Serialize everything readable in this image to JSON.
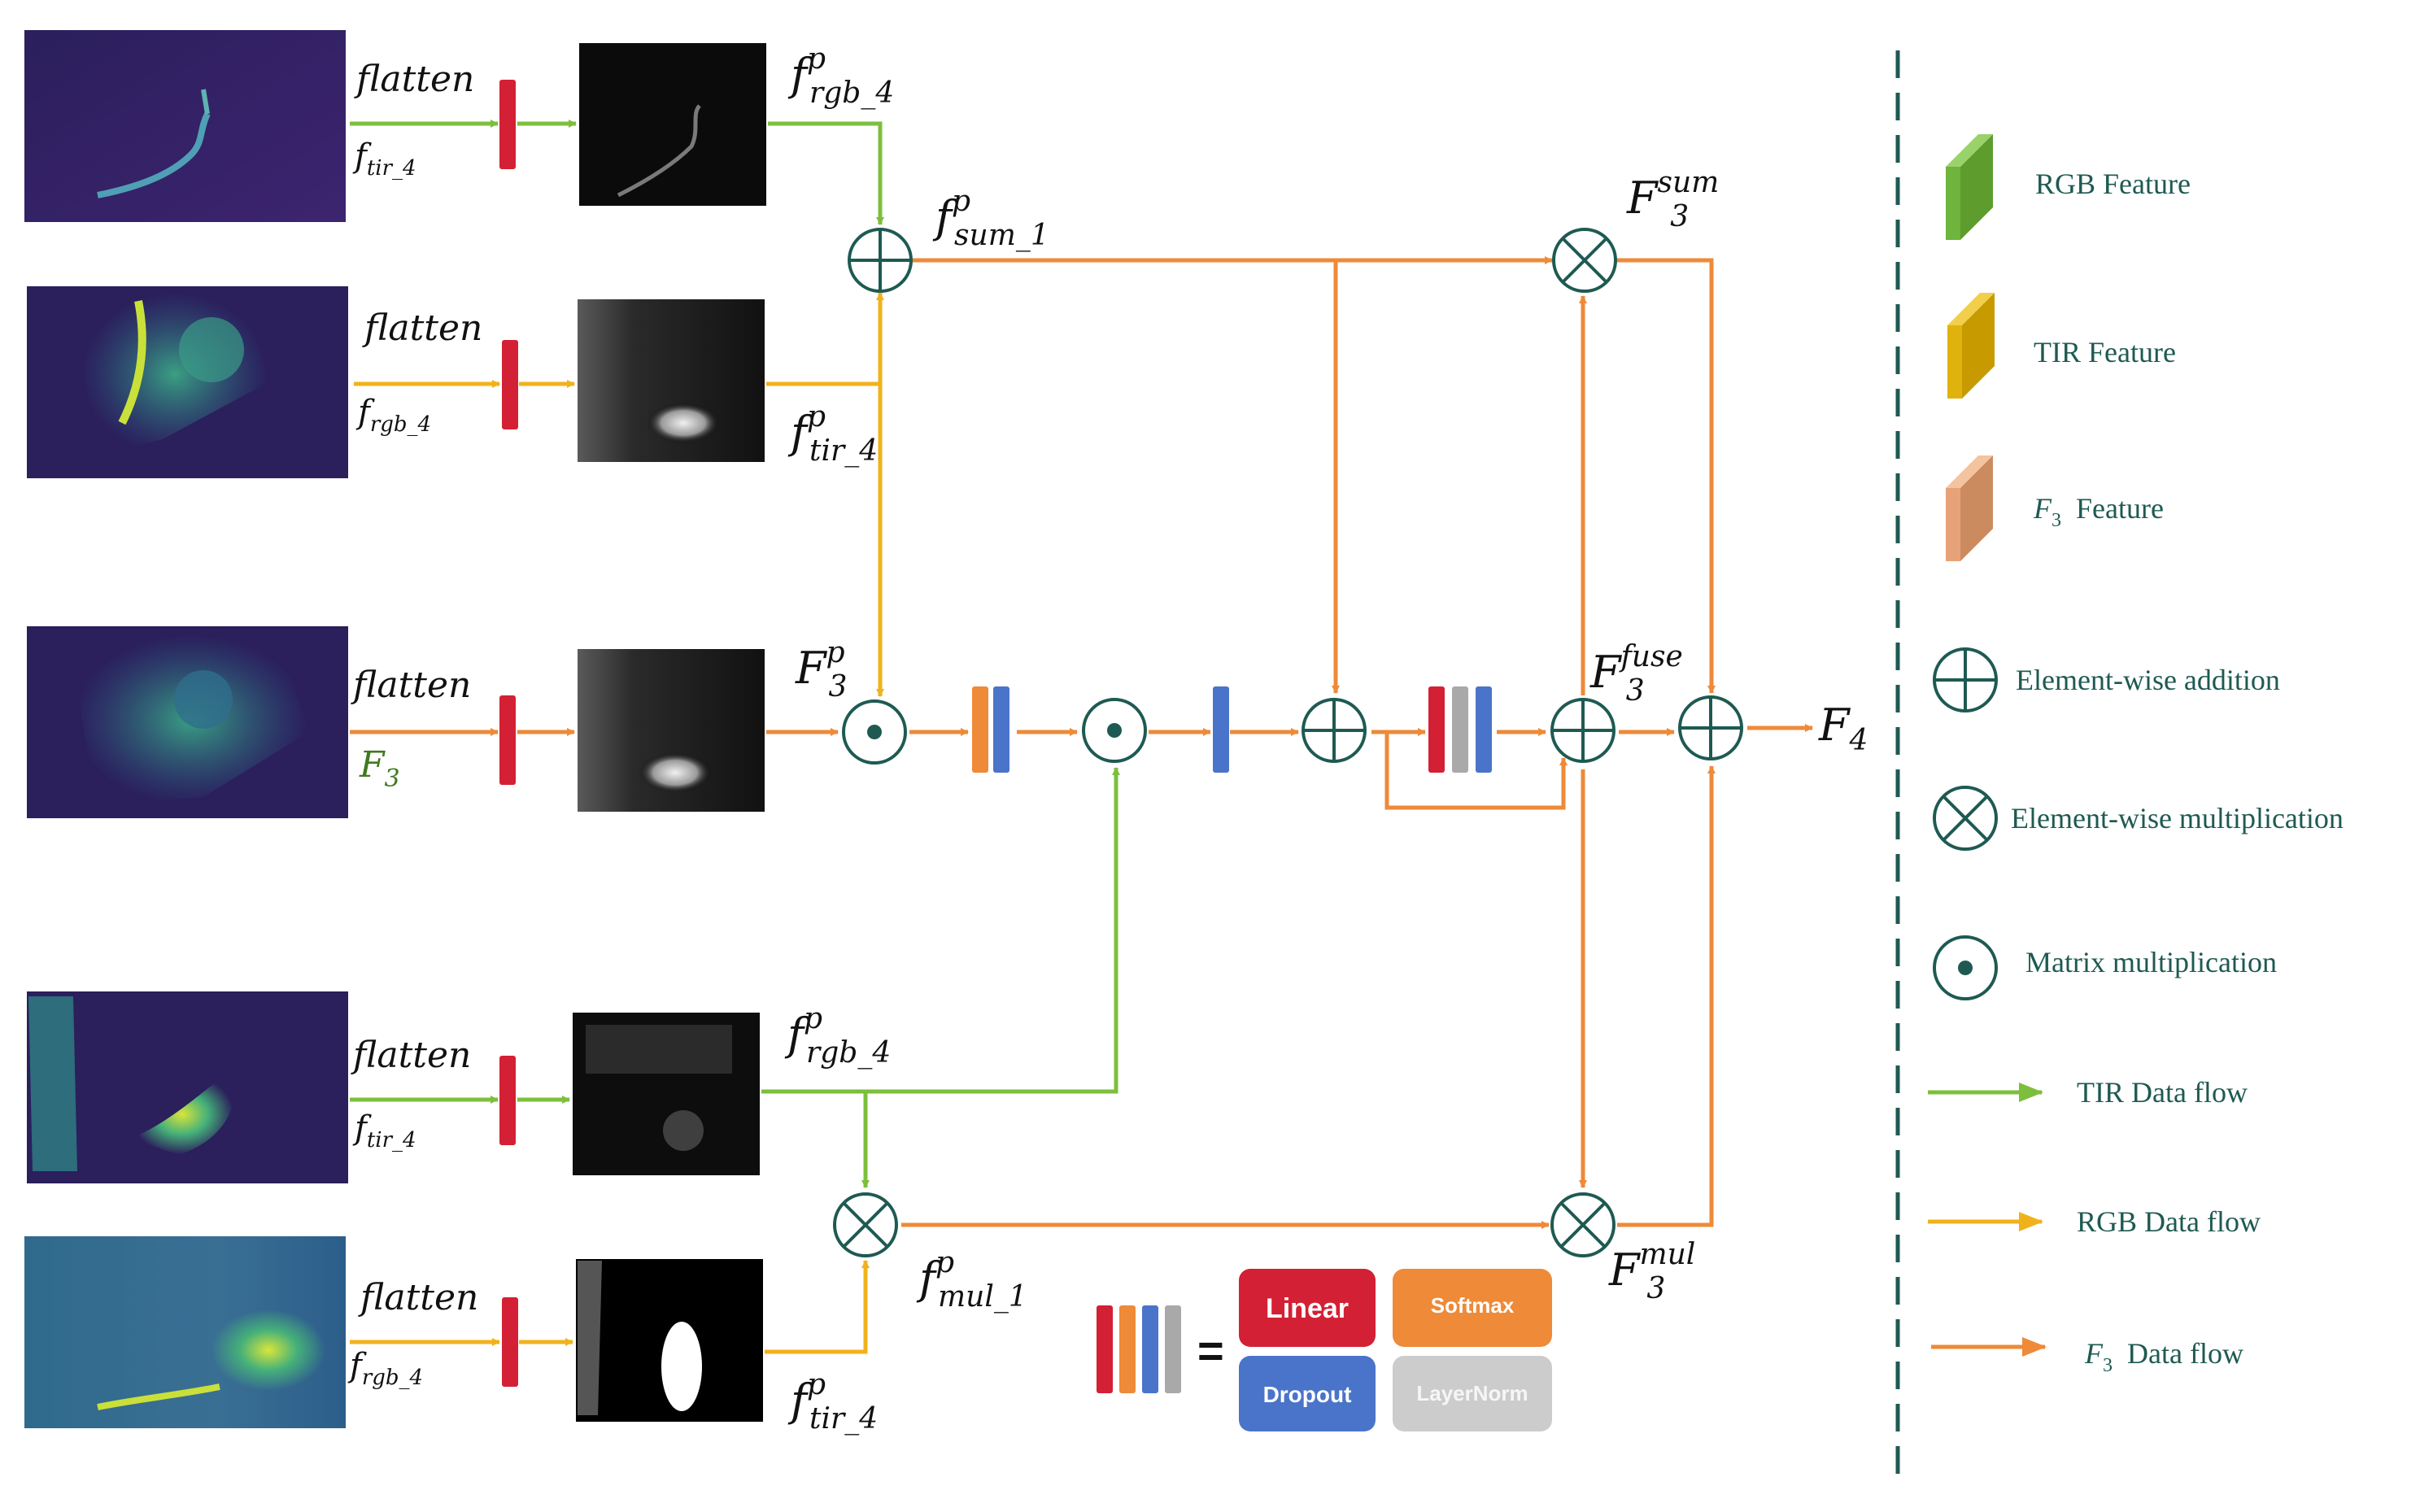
{
  "colors": {
    "tir_flow": "#7dbf3d",
    "rgb_flow": "#f0b21c",
    "f3_flow": "#ee8a38",
    "linear": "#d42034",
    "dropout": "#4a74c9",
    "softmax": "#ee8a38",
    "layernorm": "#a9a9a9",
    "op_stroke": "#1e5a52",
    "rgb_feature": "#6fb43c",
    "tir_feature": "#e0b20d",
    "f3_feature": "#e8a27a"
  },
  "rows": {
    "row1": {
      "flatten": "flatten",
      "input": "f",
      "input_sub": "tir_4",
      "output": "f",
      "output_sup": "p",
      "output_sub": "rgb_4"
    },
    "row2": {
      "flatten": "flatten",
      "input": "f",
      "input_sub": "rgb_4",
      "output": "f",
      "output_sup": "p",
      "output_sub": "tir_4"
    },
    "row3": {
      "flatten": "flatten",
      "input": "F",
      "input_sub": "3",
      "output": "F",
      "output_sup": "p",
      "output_sub": "3"
    },
    "row4": {
      "flatten": "flatten",
      "input": "f",
      "input_sub": "tir_4",
      "output": "f",
      "output_sup": "p",
      "output_sub": "rgb_4"
    },
    "row5": {
      "flatten": "flatten",
      "input": "f",
      "input_sub": "rgb_4",
      "output": "f",
      "output_sup": "p",
      "output_sub": "tir_4"
    }
  },
  "nodes": {
    "sum1": {
      "base": "f",
      "sup": "p",
      "sub": "sum_1"
    },
    "mul1": {
      "base": "f",
      "sup": "p",
      "sub": "mul_1"
    },
    "f3sum": {
      "base": "F",
      "sup": "sum",
      "sub": "3"
    },
    "f3fuse": {
      "base": "F",
      "sup": "fuse",
      "sub": "3"
    },
    "f3mul": {
      "base": "F",
      "sup": "mul",
      "sub": "3"
    },
    "output": {
      "base": "F",
      "sub": "4"
    }
  },
  "key": {
    "equals": "=",
    "linear": "Linear",
    "softmax": "Softmax",
    "dropout": "Dropout",
    "layernorm": "LayerNorm"
  },
  "legend": {
    "rgb_feature": "RGB Feature",
    "tir_feature": "TIR Feature",
    "f3_feature_base": "F",
    "f3_feature_sub": "3",
    "f3_feature": "Feature",
    "add": "Element-wise addition",
    "mul": "Element-wise multiplication",
    "matmul": "Matrix multiplication",
    "tir_flow": "TIR Data flow",
    "rgb_flow": "RGB Data flow",
    "f3_flow_base": "F",
    "f3_flow_sub": "3",
    "f3_flow": "Data flow"
  }
}
